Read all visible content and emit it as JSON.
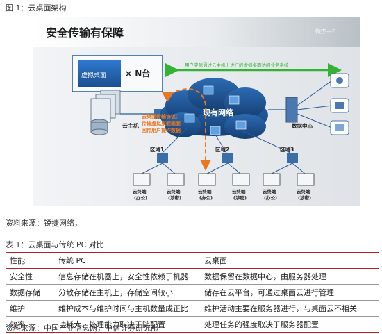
{
  "figure": {
    "caption": "图 1：云桌面架构",
    "diagram": {
      "title": "安全传输有保障",
      "watermark": "微杰—E",
      "vdesktop_label": "虚拟桌面",
      "vdesktop_count": "× N台",
      "arrow_top_label": "用户实际通过云主机上进行的虚拟桌面访问业务系统",
      "cloud_host_label": "云主机",
      "network_label": "现有网络",
      "datacenter_label": "数据中心",
      "protocol_label": [
        "云桌面传输协议：",
        "传输虚拟桌面画面",
        "回传用户操作数据"
      ],
      "zones": [
        "区域1",
        "区域2",
        "区域3"
      ],
      "terminal_office": [
        "云终端",
        "(办公)"
      ],
      "terminal_secret": [
        "云终端",
        "(涉密)"
      ]
    },
    "source": "资料来源：锐捷网络，"
  },
  "table": {
    "caption": "表 1：云桌面与传统 PC 对比",
    "headers": [
      "性能",
      "传统 PC",
      "云桌面"
    ],
    "rows": [
      [
        "安全性",
        "信息存储在机器上，安全性依赖于机器",
        "数据保留在数据中心，由服务器处理"
      ],
      [
        "数据存储",
        "分散存储在主机上，存储空间较小",
        "储存在云平台，可通过桌面云进行管理"
      ],
      [
        "维护",
        "维护成本与维护时间与主机数量成正比",
        "维护活动主要在服务器进行，与桌面云不相关"
      ],
      [
        "效率",
        "功耗大、处理能力取决于随配置",
        "处理任务的强度取决于服务器配置"
      ]
    ],
    "source": "资料来源：中国产业信息网，中信证券研究部"
  },
  "colors": {
    "rule": "#b42121",
    "cloud": "#1f5597",
    "arrow_green": "#34b233",
    "arrow_orange": "#e87722"
  }
}
